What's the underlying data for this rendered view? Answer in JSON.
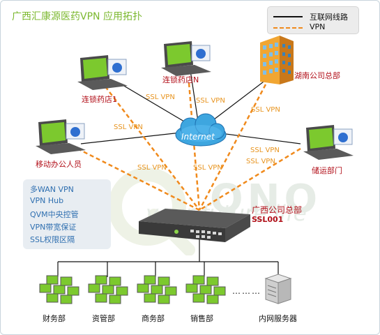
{
  "title": "广西汇康源医药VPN 应用拓扑",
  "legend": {
    "items": [
      {
        "label": "互联网线路",
        "color": "#111111",
        "style": "solid"
      },
      {
        "label": "VPN",
        "color": "#f08a1c",
        "style": "dashed"
      }
    ]
  },
  "cloud": {
    "label": "Internet"
  },
  "nodes": {
    "store1": "连锁药店1",
    "storeN": "连锁药店N",
    "hunan_hq": "湖南公司总部",
    "mobile": "移动办公人员",
    "logistics": "储运部门"
  },
  "ssl_labels": [
    "SSL VPN",
    "SSL VPN",
    "SSL VPN",
    "SSL VPN",
    "SSL VPN",
    "SSL VPN",
    "SSL VPN",
    "SSL VPN"
  ],
  "features": [
    "多WAN VPN",
    "VPN Hub",
    "QVM中央控管",
    "VPN带宽保证",
    "SSL权限区隔"
  ],
  "gateway": {
    "label": "广西公司总部",
    "model": "SSL001"
  },
  "departments": [
    "财务部",
    "资管部",
    "商务部",
    "销售部",
    "内网服务器"
  ],
  "ellipsis": "………",
  "watermark": {
    "brand": "QNO",
    "slogan": "your future life"
  },
  "colors": {
    "accent_green": "#7cb82f",
    "vpn_orange": "#f08a1c",
    "node_red": "#b2101a",
    "feature_blue": "#2f6fb0"
  }
}
